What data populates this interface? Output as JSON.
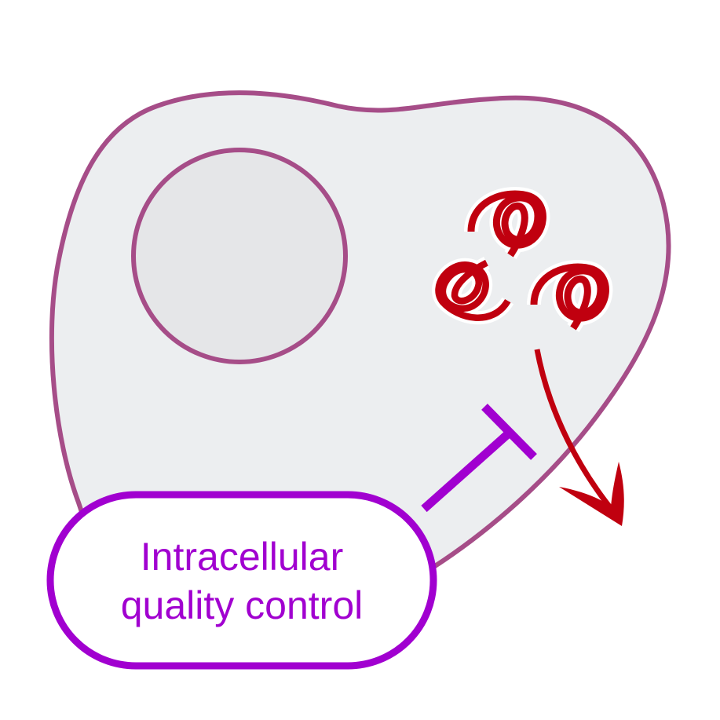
{
  "label": {
    "line1": "Intracellular",
    "line2": "quality control"
  },
  "colors": {
    "cell_fill": "#eceef0",
    "cell_stroke": "#a64d88",
    "nucleus_fill": "#e5e6e8",
    "protein": "#c0000f",
    "qc": "#a100d0"
  },
  "icons": [
    "cell",
    "nucleus",
    "misfolded-protein",
    "inhibition-bar",
    "secretion-arrow"
  ]
}
